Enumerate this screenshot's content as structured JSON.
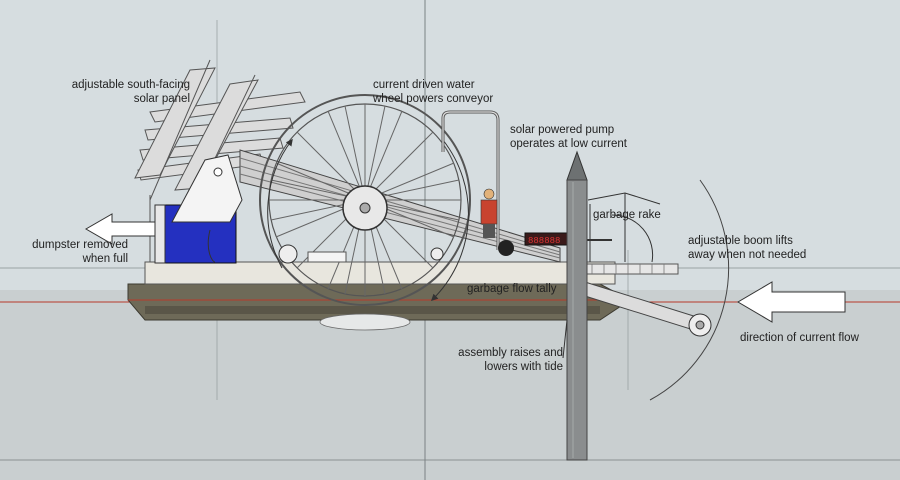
{
  "labels": {
    "solar_panel": [
      "adjustable south-facing",
      "solar panel"
    ],
    "water_wheel": [
      "current driven water",
      "wheel powers conveyor"
    ],
    "solar_pump": [
      "solar powered pump",
      "operates at low current"
    ],
    "garbage_rake": "garbage rake",
    "dumpster": [
      "dumpster removed",
      "when full"
    ],
    "boom": [
      "adjustable boom lifts",
      "away when not needed"
    ],
    "flow_tally": "garbage flow tally",
    "current_direction": "direction of current flow",
    "tide": [
      "assembly raises and",
      "lowers with tide"
    ]
  },
  "colors": {
    "sky": "#d6dde0",
    "water": "#c9cfd0",
    "waterline": "#b83a2a",
    "hull": "#6e6a58",
    "deck": "#e8e6de",
    "dumpster": "#2430c0",
    "wheel": "#f2f2f2",
    "piling": "#8a8d8e"
  }
}
